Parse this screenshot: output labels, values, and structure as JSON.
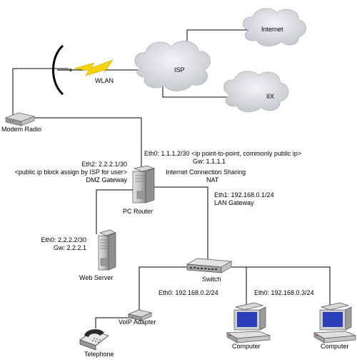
{
  "clouds": {
    "internet": "Internet",
    "isp": "ISP",
    "iix": "IIX"
  },
  "wlan_label": "WLAN",
  "devices": {
    "modem_radio": "Modem Radio",
    "pc_router": "PC Router",
    "web_server": "Web Server",
    "switch": "Switch",
    "voip_adapter": "VoIP Adapter",
    "telephone": "Telephone",
    "computer_1": "Computer",
    "computer_2": "Computer"
  },
  "router": {
    "eth0_line1": "Eth0:  1.1.1.2/30 <ip point-to-point, commonly public ip>",
    "eth0_line2": "Gw: 1.1.1.1",
    "sharing_line1": "Internet Connection Sharing",
    "sharing_line2": "NAT",
    "eth1_line1": "Eth1: 192.168.0.1/24",
    "eth1_line2": "LAN Gateway",
    "eth2_line1": "Eth2: 2.2.2.1/30",
    "eth2_line2": "<public ip block assign by ISP for user>",
    "eth2_line3": "DMZ Gateway"
  },
  "web_server": {
    "eth0_line1": "Eth0: 2.2.2.2/30",
    "eth0_line2": "Gw: 2.2.2.1"
  },
  "lan": {
    "voip_eth0": "Eth0: 192.168.0.2/24",
    "computer_eth0": "Eth0: 192.168.0.3/24"
  },
  "colors": {
    "cloud": "#d6d8dc",
    "link": "#000000",
    "lightning": "#f5d20a",
    "server": "#bfbfbf",
    "monitor_screen": "#2b3fb8"
  }
}
